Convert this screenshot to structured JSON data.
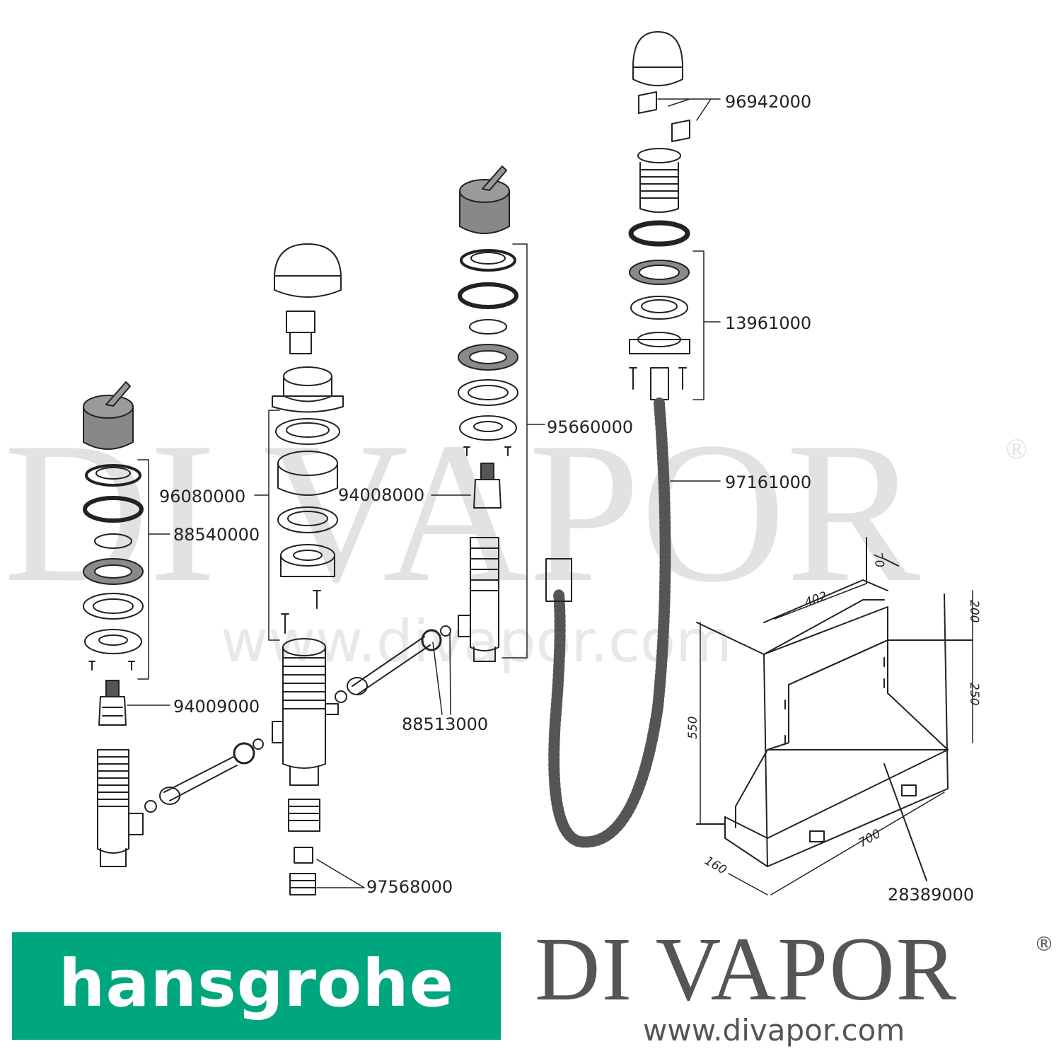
{
  "watermark": {
    "name": "DI VAPOR",
    "registered": "®",
    "url": "www.divapor.com"
  },
  "parts": [
    {
      "code": "96942000"
    },
    {
      "code": "13961000"
    },
    {
      "code": "95660000"
    },
    {
      "code": "97161000"
    },
    {
      "code": "96080000"
    },
    {
      "code": "94008000"
    },
    {
      "code": "88540000"
    },
    {
      "code": "94009000"
    },
    {
      "code": "88513000"
    },
    {
      "code": "97568000"
    },
    {
      "code": "28389000"
    }
  ],
  "dimensions": [
    "70",
    "402",
    "200",
    "550",
    "250",
    "700",
    "160"
  ],
  "footer": {
    "brand": "hansgrohe",
    "wordmark": "DI VAPOR",
    "registered": "®",
    "website": "www.divapor.com"
  },
  "colors": {
    "brand_green": "#00a67e",
    "line": "#222222",
    "part_fill": "#8a8a8a",
    "watermark": "#e2e2e2"
  }
}
